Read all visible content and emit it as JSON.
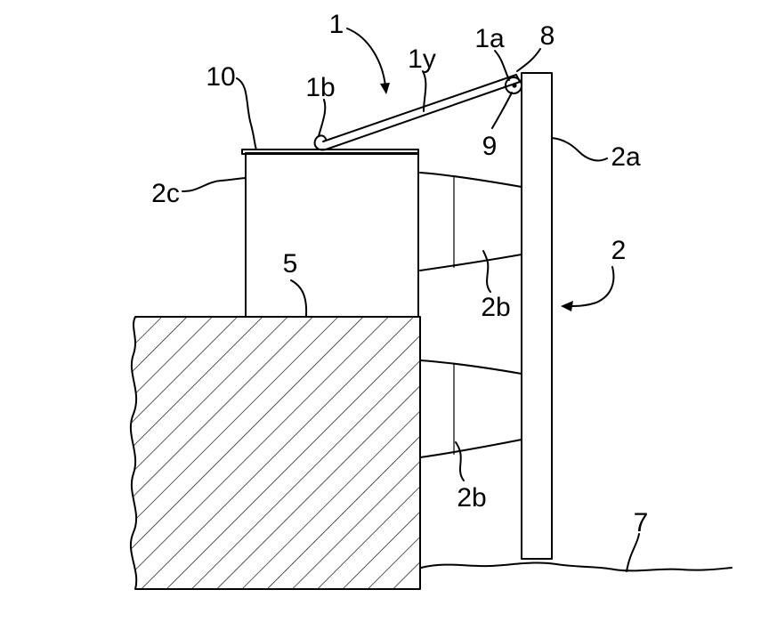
{
  "figure": {
    "labels": {
      "device": "1",
      "hinge_end": "1a",
      "free_end": "1b",
      "arm": "1y",
      "pin": "8",
      "axis": "9",
      "plate": "10",
      "fender_system": "2",
      "front_panel": "2a",
      "rubber_element_upper": "2b",
      "rubber_element_lower": "2b",
      "mounting_block": "2c",
      "quay_surface": "5",
      "water_line": "7"
    },
    "colors": {
      "ink": "#000000",
      "background": "#ffffff"
    }
  }
}
